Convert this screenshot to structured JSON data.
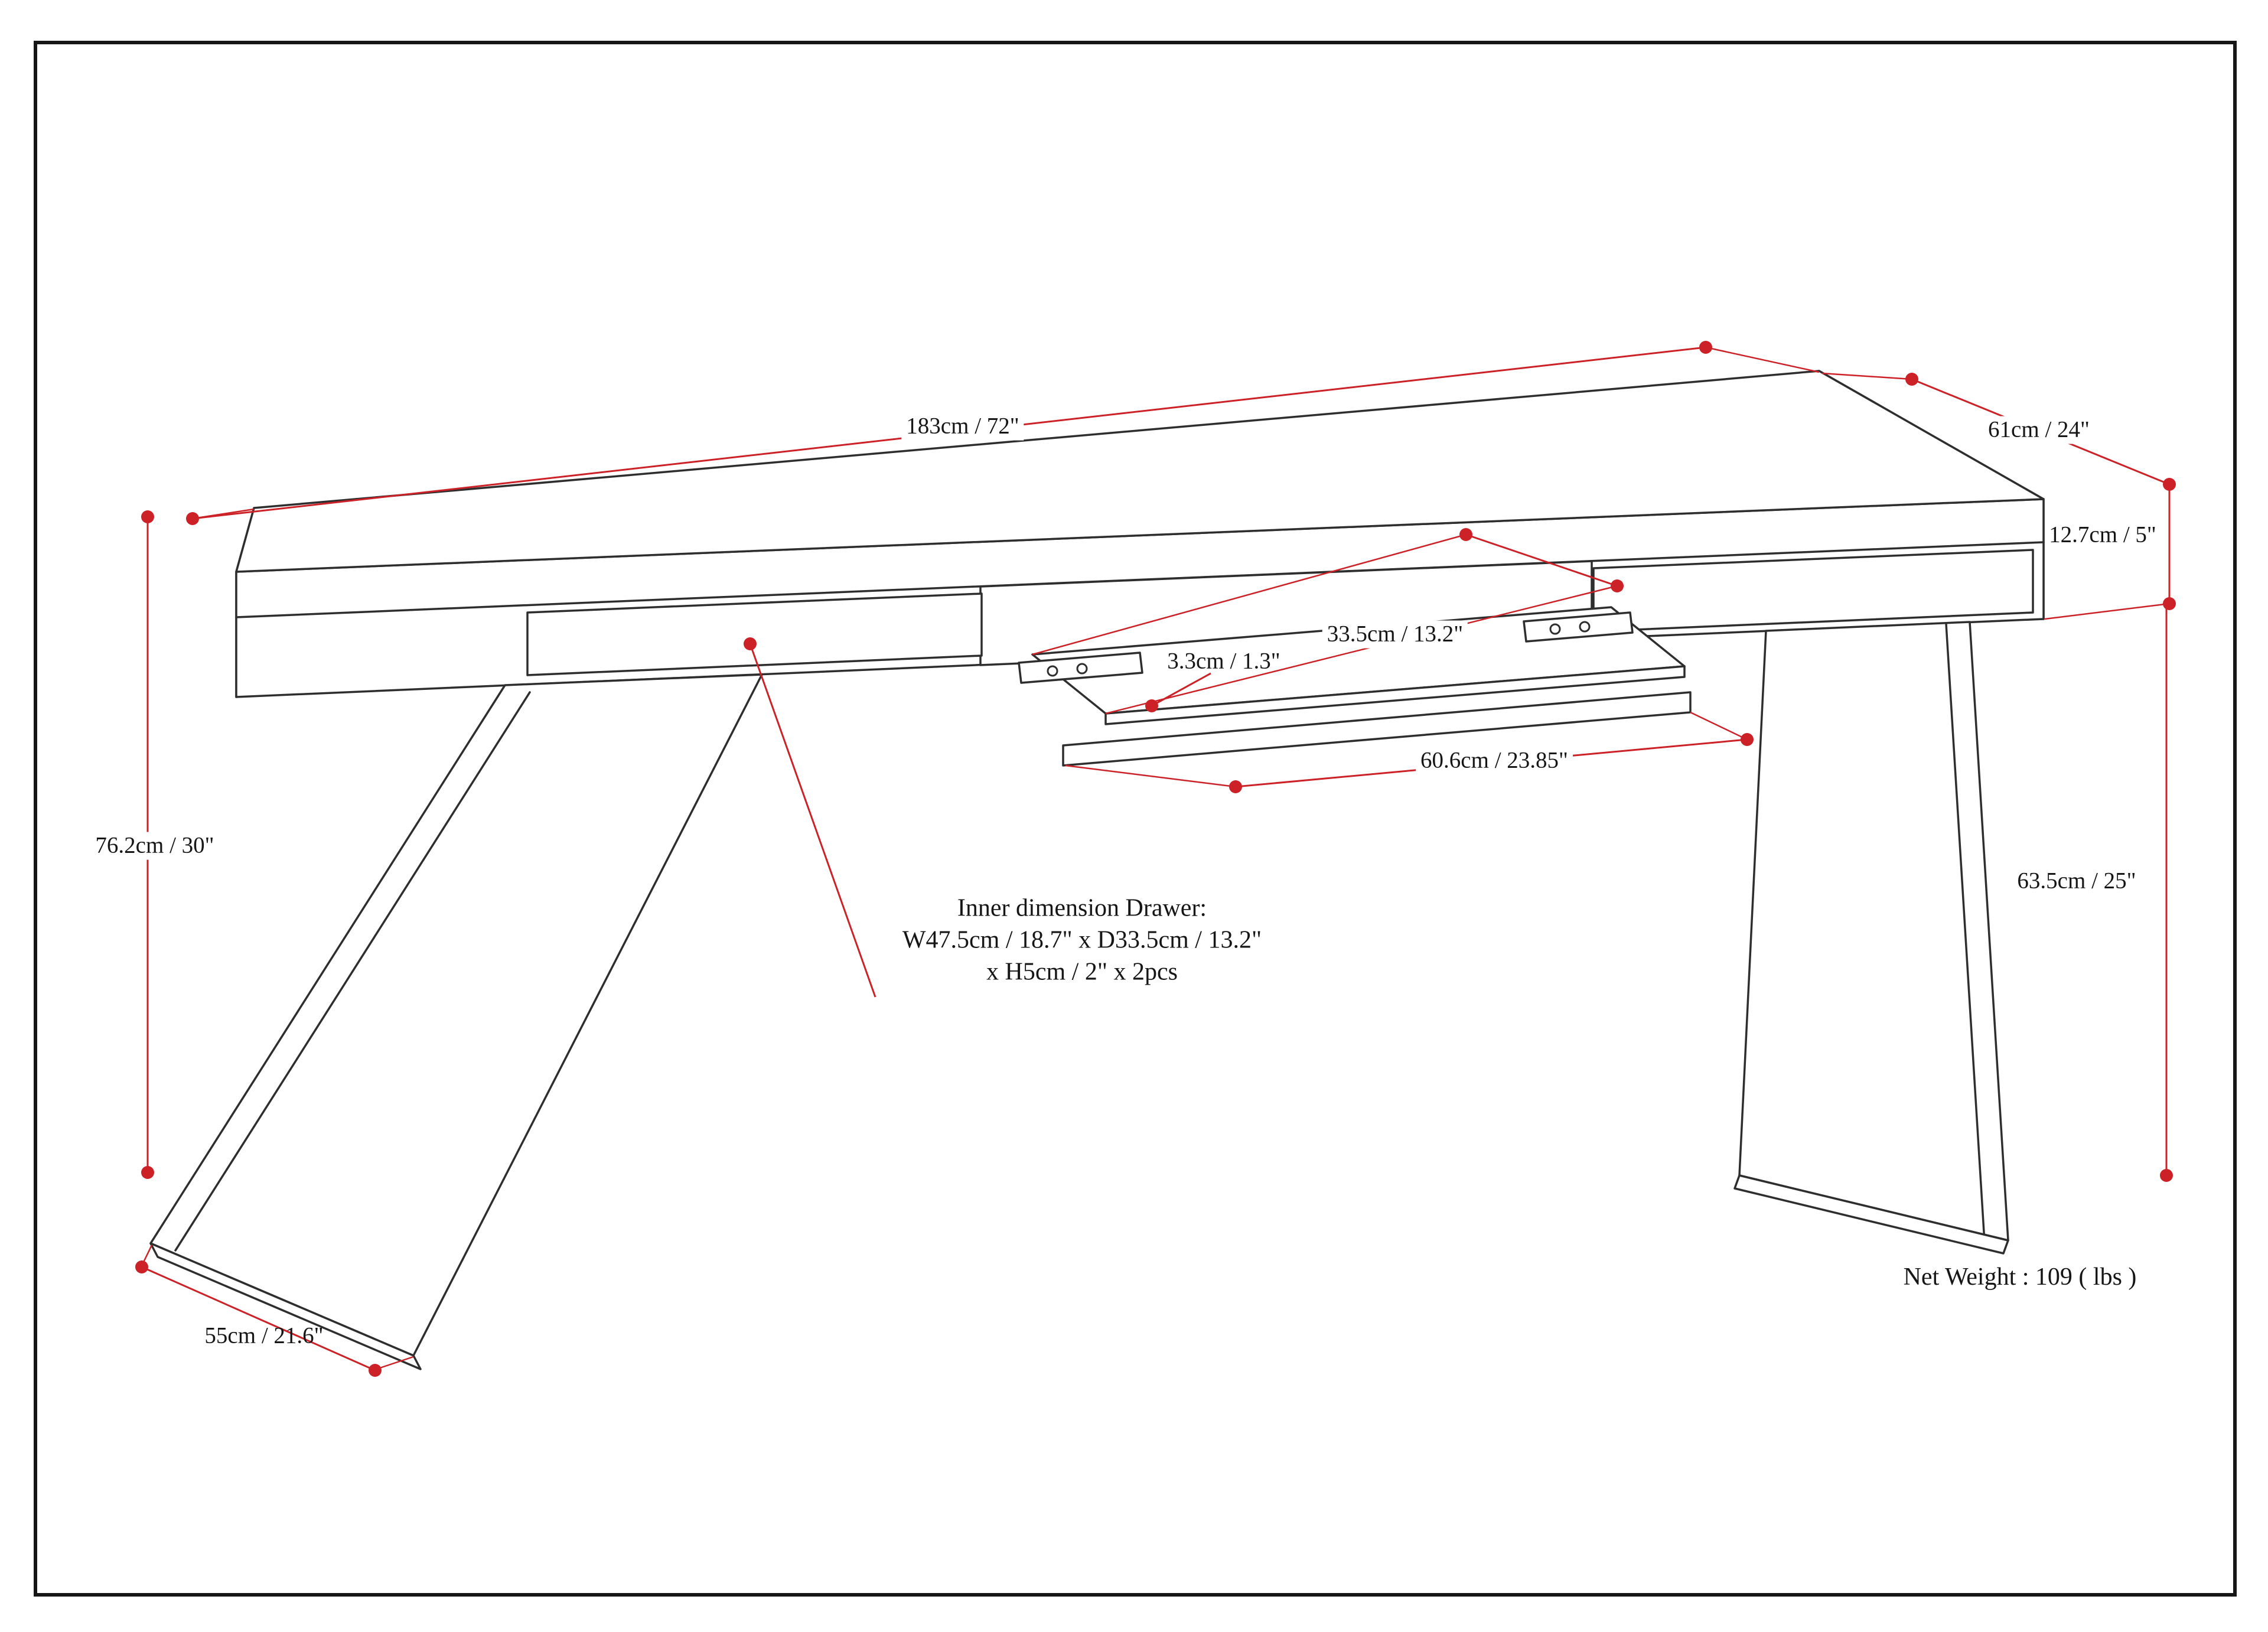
{
  "colors": {
    "background": "#ffffff",
    "line": "#2e2e2e",
    "dimension_red": "#cc2127",
    "border": "#161616"
  },
  "dims": {
    "length": "183cm / 72\"",
    "depth": "61cm / 24\"",
    "thickness": "12.7cm / 5\"",
    "height_left": "76.2cm / 30\"",
    "height_right": "63.5cm / 25\"",
    "leg_base": "55cm / 21.6\"",
    "tray_depth": "33.5cm / 13.2\"",
    "rail_height": "3.3cm / 1.3\"",
    "tray_width": "60.6cm / 23.85\""
  },
  "notes": {
    "drawer_title": "Inner dimension Drawer:",
    "drawer_size": "W47.5cm / 18.7\" x D33.5cm / 13.2\"",
    "drawer_qty": "x H5cm / 2\" x 2pcs",
    "net_weight": "Net Weight : 109 ( lbs )"
  }
}
